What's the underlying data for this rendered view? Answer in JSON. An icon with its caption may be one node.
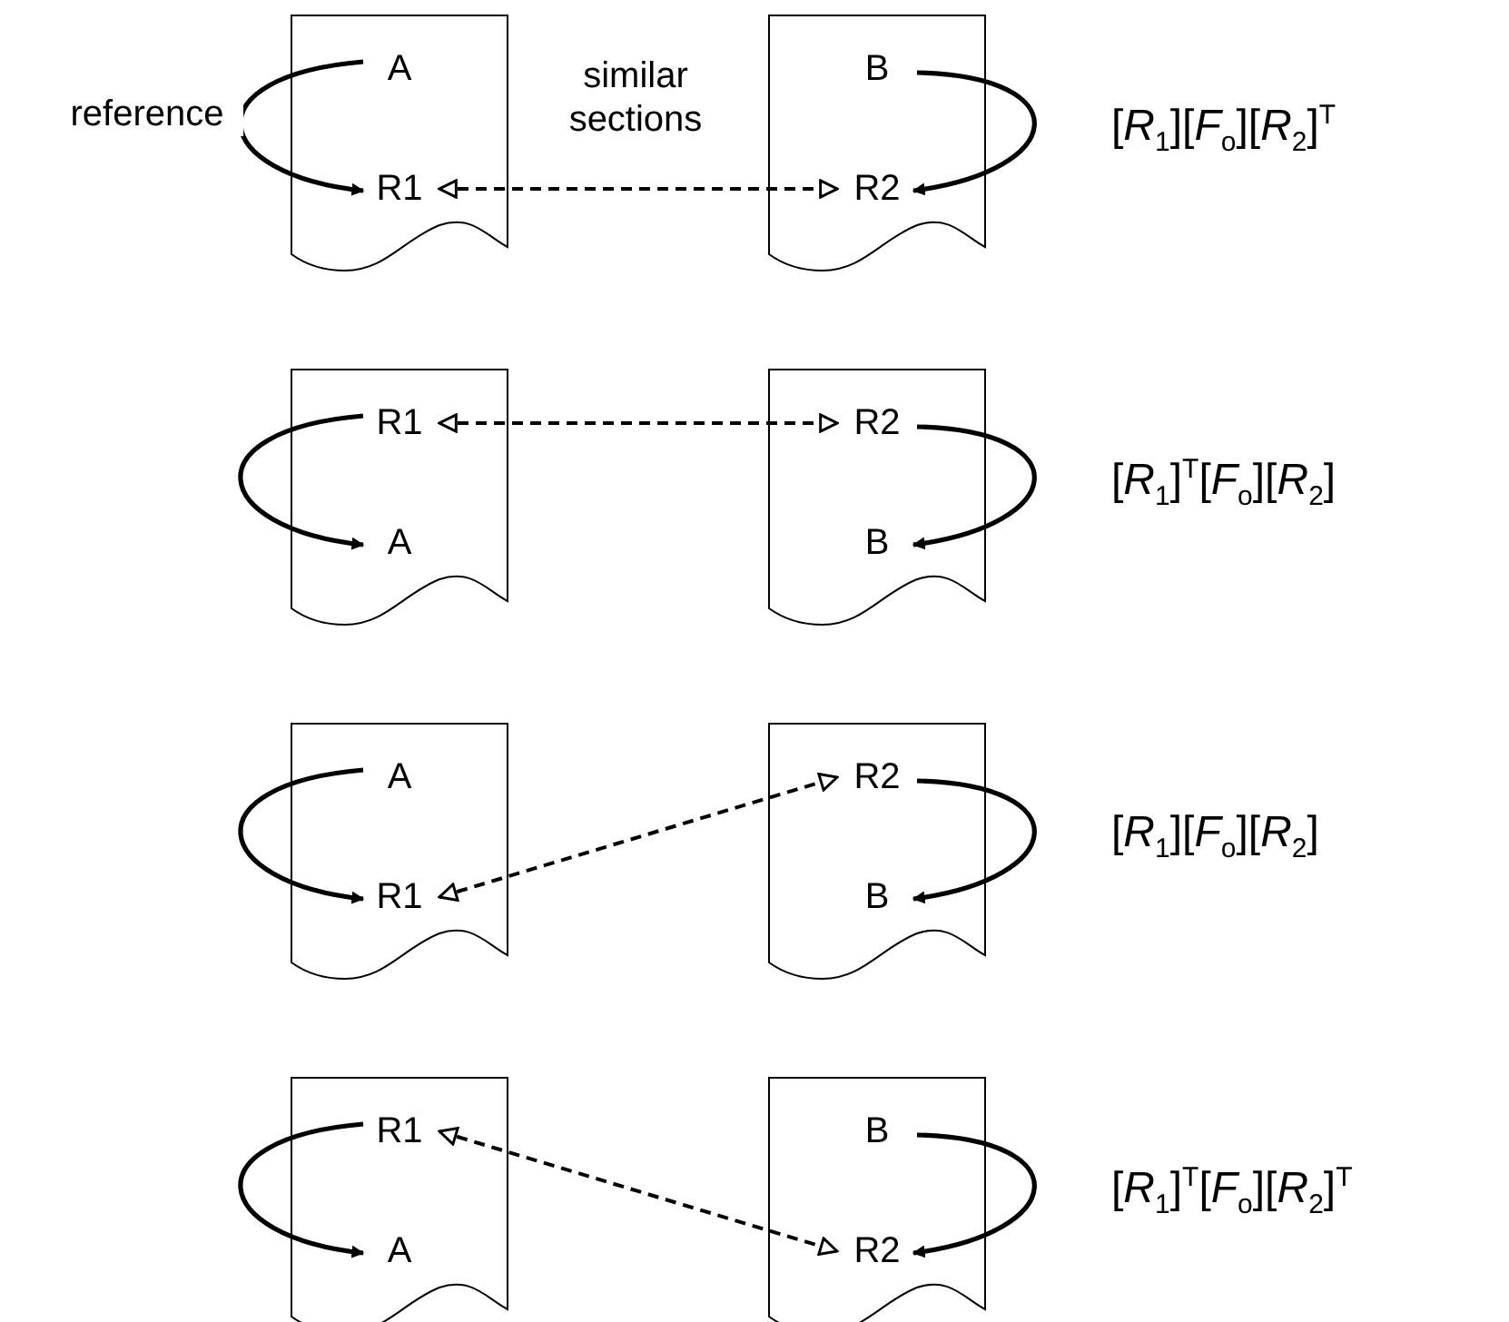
{
  "diagram": {
    "nodes": [
      {
        "text": [],
        "shape": "document"
      },
      {
        "text": [
          "A"
        ],
        "in": 0
      },
      {
        "text": [
          "R1"
        ],
        "in": 0
      },
      {
        "text": [],
        "shape": "document"
      },
      {
        "text": [
          "B"
        ],
        "in": 3
      },
      {
        "text": [
          "R2"
        ],
        "in": 3
      },
      {
        "text": [],
        "shape": "document"
      },
      {
        "text": [
          "R1"
        ],
        "in": 6
      },
      {
        "text": [
          "A"
        ],
        "in": 6
      },
      {
        "text": [],
        "shape": "document"
      },
      {
        "text": [
          "R2"
        ],
        "in": 9
      },
      {
        "text": [
          "B"
        ],
        "in": 9
      },
      {
        "text": [],
        "shape": "document"
      },
      {
        "text": [
          "A"
        ],
        "in": 12
      },
      {
        "text": [
          "R1"
        ],
        "in": 12
      },
      {
        "text": [],
        "shape": "document"
      },
      {
        "text": [
          "R2"
        ],
        "in": 15
      },
      {
        "text": [
          "B"
        ],
        "in": 15
      },
      {
        "text": [],
        "shape": "document"
      },
      {
        "text": [
          "R1"
        ],
        "in": 18
      },
      {
        "text": [
          "A"
        ],
        "in": 18
      },
      {
        "text": [],
        "shape": "document"
      },
      {
        "text": [
          "B"
        ],
        "in": 21
      },
      {
        "text": [
          "R2"
        ],
        "in": 21
      }
    ],
    "edges": [
      {
        "from": 1,
        "to": 2,
        "arrow": "to",
        "label": "reference"
      },
      {
        "from": 4,
        "to": 5,
        "arrow": "to"
      },
      {
        "from": 2,
        "to": 5,
        "arrow": "both",
        "style": "dashed",
        "label": "similar sections"
      },
      {
        "from": 7,
        "to": 8,
        "arrow": "to"
      },
      {
        "from": 10,
        "to": 11,
        "arrow": "to"
      },
      {
        "from": 7,
        "to": 10,
        "arrow": "both",
        "style": "dashed"
      },
      {
        "from": 13,
        "to": 14,
        "arrow": "to"
      },
      {
        "from": 16,
        "to": 17,
        "arrow": "to"
      },
      {
        "from": 14,
        "to": 16,
        "arrow": "both",
        "style": "dashed"
      },
      {
        "from": 19,
        "to": 20,
        "arrow": "to"
      },
      {
        "from": 22,
        "to": 23,
        "arrow": "to"
      },
      {
        "from": 19,
        "to": 23,
        "arrow": "both",
        "style": "dashed"
      }
    ],
    "labels": [
      "[*R*$_{1}$][*F*$_{o}$][*R*$_{2}$]$^{T}$",
      "[*R*$_{1}$]$^{T}$[*F*$_{o}$][*R*$_{2}$]",
      "[*R*$_{1}$][*F*$_{o}$][*R*$_{2}$]",
      "[*R*$_{1}$]$^{T}$[*F*$_{o}$][*R*$_{2}$]$^{T}$"
    ]
  }
}
